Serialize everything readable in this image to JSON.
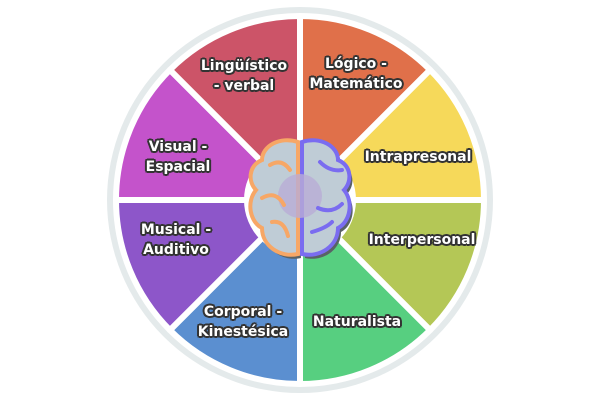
{
  "segments": [
    {
      "lines": [
        "Lógico -",
        "Matemático"
      ],
      "color": "#e0704a"
    },
    {
      "lines": [
        "Intrapresonal"
      ],
      "color": "#f6d95a"
    },
    {
      "lines": [
        "Interpersonal"
      ],
      "color": "#b4c756"
    },
    {
      "lines": [
        "Naturalista"
      ],
      "color": "#57cf80"
    },
    {
      "lines": [
        "Corporal -",
        "Kinestésica"
      ],
      "color": "#5b8fd0"
    },
    {
      "lines": [
        "Musical -",
        "Auditivo"
      ],
      "color": "#8d56c9"
    },
    {
      "lines": [
        "Visual -",
        "Espacial"
      ],
      "color": "#c453cb"
    },
    {
      "lines": [
        "Lingüístico",
        "- verbal"
      ],
      "color": "#cc5468"
    }
  ],
  "colors": {
    "rim": "#e4eaeb",
    "brain": "#bfccd6",
    "brain_left": "#f7a766",
    "brain_right": "#7a6cf0",
    "outline": "#5a6266"
  }
}
